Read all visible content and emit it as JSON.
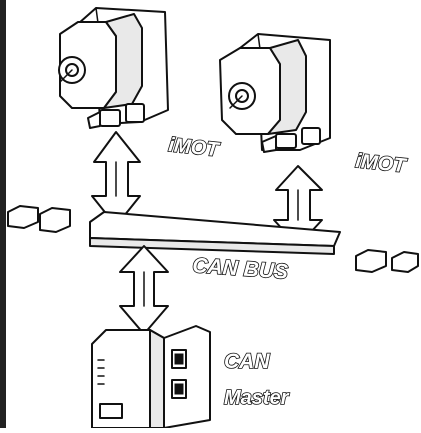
{
  "labels": {
    "motor_left": "iMOT",
    "motor_right": "iMOT",
    "bus": "CAN BUS",
    "master_line1": "CAN",
    "master_line2": "Master"
  },
  "icons": [
    "motor-icon",
    "motor-icon",
    "double-arrow-icon",
    "double-arrow-icon",
    "double-arrow-icon",
    "bus-bar",
    "connector-icon",
    "controller-icon"
  ],
  "colors": {
    "ink": "#111111",
    "background": "#ffffff",
    "shade": "#e9e9e9"
  }
}
